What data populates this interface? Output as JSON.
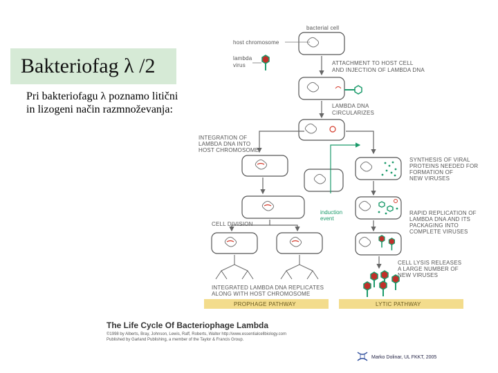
{
  "slide": {
    "title": "Bakteriofag λ /2",
    "body": "Pri bakteriofagu λ poznamo litični in lizogeni način razmnoževanja:"
  },
  "diagram": {
    "labels": {
      "bacterial_cell": "bacterial cell",
      "host_chromosome": "host chromosome",
      "lambda_line1": "lambda",
      "lambda_line2": "virus",
      "attach_line1": "ATTACHMENT TO HOST CELL",
      "attach_line2": "AND INJECTION OF LAMBDA DNA",
      "circ_line1": "LAMBDA DNA",
      "circ_line2": "CIRCULARIZES",
      "integ_line1": "INTEGRATION OF",
      "integ_line2": "LAMBDA DNA INTO",
      "integ_line3": "HOST CHROMOSOME",
      "synth_line1": "SYNTHESIS OF VIRAL",
      "synth_line2": "PROTEINS NEEDED FOR",
      "synth_line3": "FORMATION OF",
      "synth_line4": "NEW VIRUSES",
      "induction_line1": "induction",
      "induction_line2": "event",
      "rapid_line1": "RAPID REPLICATION OF",
      "rapid_line2": "LAMBDA DNA AND ITS",
      "rapid_line3": "PACKAGING INTO",
      "rapid_line4": "COMPLETE VIRUSES",
      "cell_division": "CELL DIVISION",
      "lysis_line1": "CELL LYSIS RELEASES",
      "lysis_line2": "A LARGE NUMBER OF",
      "lysis_line3": "NEW VIRUSES",
      "integrated_line1": "INTEGRATED LAMBDA DNA REPLICATES",
      "integrated_line2": "ALONG WITH HOST CHROMOSOME",
      "prophage_pathway": "PROPHAGE PATHWAY",
      "lytic_pathway": "LYTIC PATHWAY"
    },
    "colors": {
      "pathway_band": "#f3dc8c",
      "dna_red": "#d43a2a",
      "virus_green": "#1a9a6a",
      "cell_outline": "#555555"
    }
  },
  "caption": {
    "title": "The Life Cycle Of Bacteriophage Lambda",
    "line1": "©1998 by Alberts, Bray, Johnson, Lewis, Raff, Roberts, Walter  http://www.essentialcellbiology.com",
    "line2": "Published by Garland Publishing, a member of the Taylor & Francis Group."
  },
  "footer": {
    "credit": "Marko Dolinar, UL FKKT, 2005",
    "logo_icon": "dna-helix-icon"
  }
}
